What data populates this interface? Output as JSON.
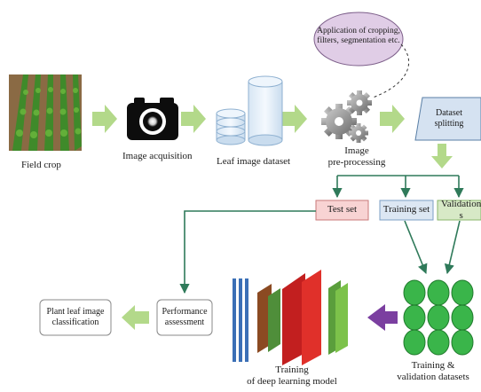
{
  "nodes": {
    "field_crop": "Field crop",
    "image_acquisition": "Image acquisition",
    "leaf_image_dataset": "Leaf image dataset",
    "image_preprocessing_line1": "Image",
    "image_preprocessing_line2": "pre-processing",
    "preprocessing_note_line1": "Application of cropping,",
    "preprocessing_note_line2": "filters, segmentation etc.",
    "dataset_splitting_line1": "Dataset",
    "dataset_splitting_line2": "splitting",
    "test_set": "Test set",
    "training_set": "Training set",
    "validation_set": "Validation s",
    "training_validation_line1": "Training &",
    "training_validation_line2": "validation datasets",
    "dl_training_line1": "Training",
    "dl_training_line2": "of deep learning model",
    "performance_line1": "Performance",
    "performance_line2": "assessment",
    "classification_line1": "Plant leaf image",
    "classification_line2": "classification"
  },
  "colors": {
    "arrow_green": "#b3d98a",
    "arrow_dark_green": "#2f7a5a",
    "arrow_purple": "#7b3fa0",
    "note_fill": "#e0cde6",
    "test_set_fill": "#f8d3d3",
    "training_set_fill": "#dce7f3",
    "validation_set_fill": "#d7e9c6",
    "splitting_fill": "#d5e2f1",
    "dots_green": "#3ab54a"
  }
}
